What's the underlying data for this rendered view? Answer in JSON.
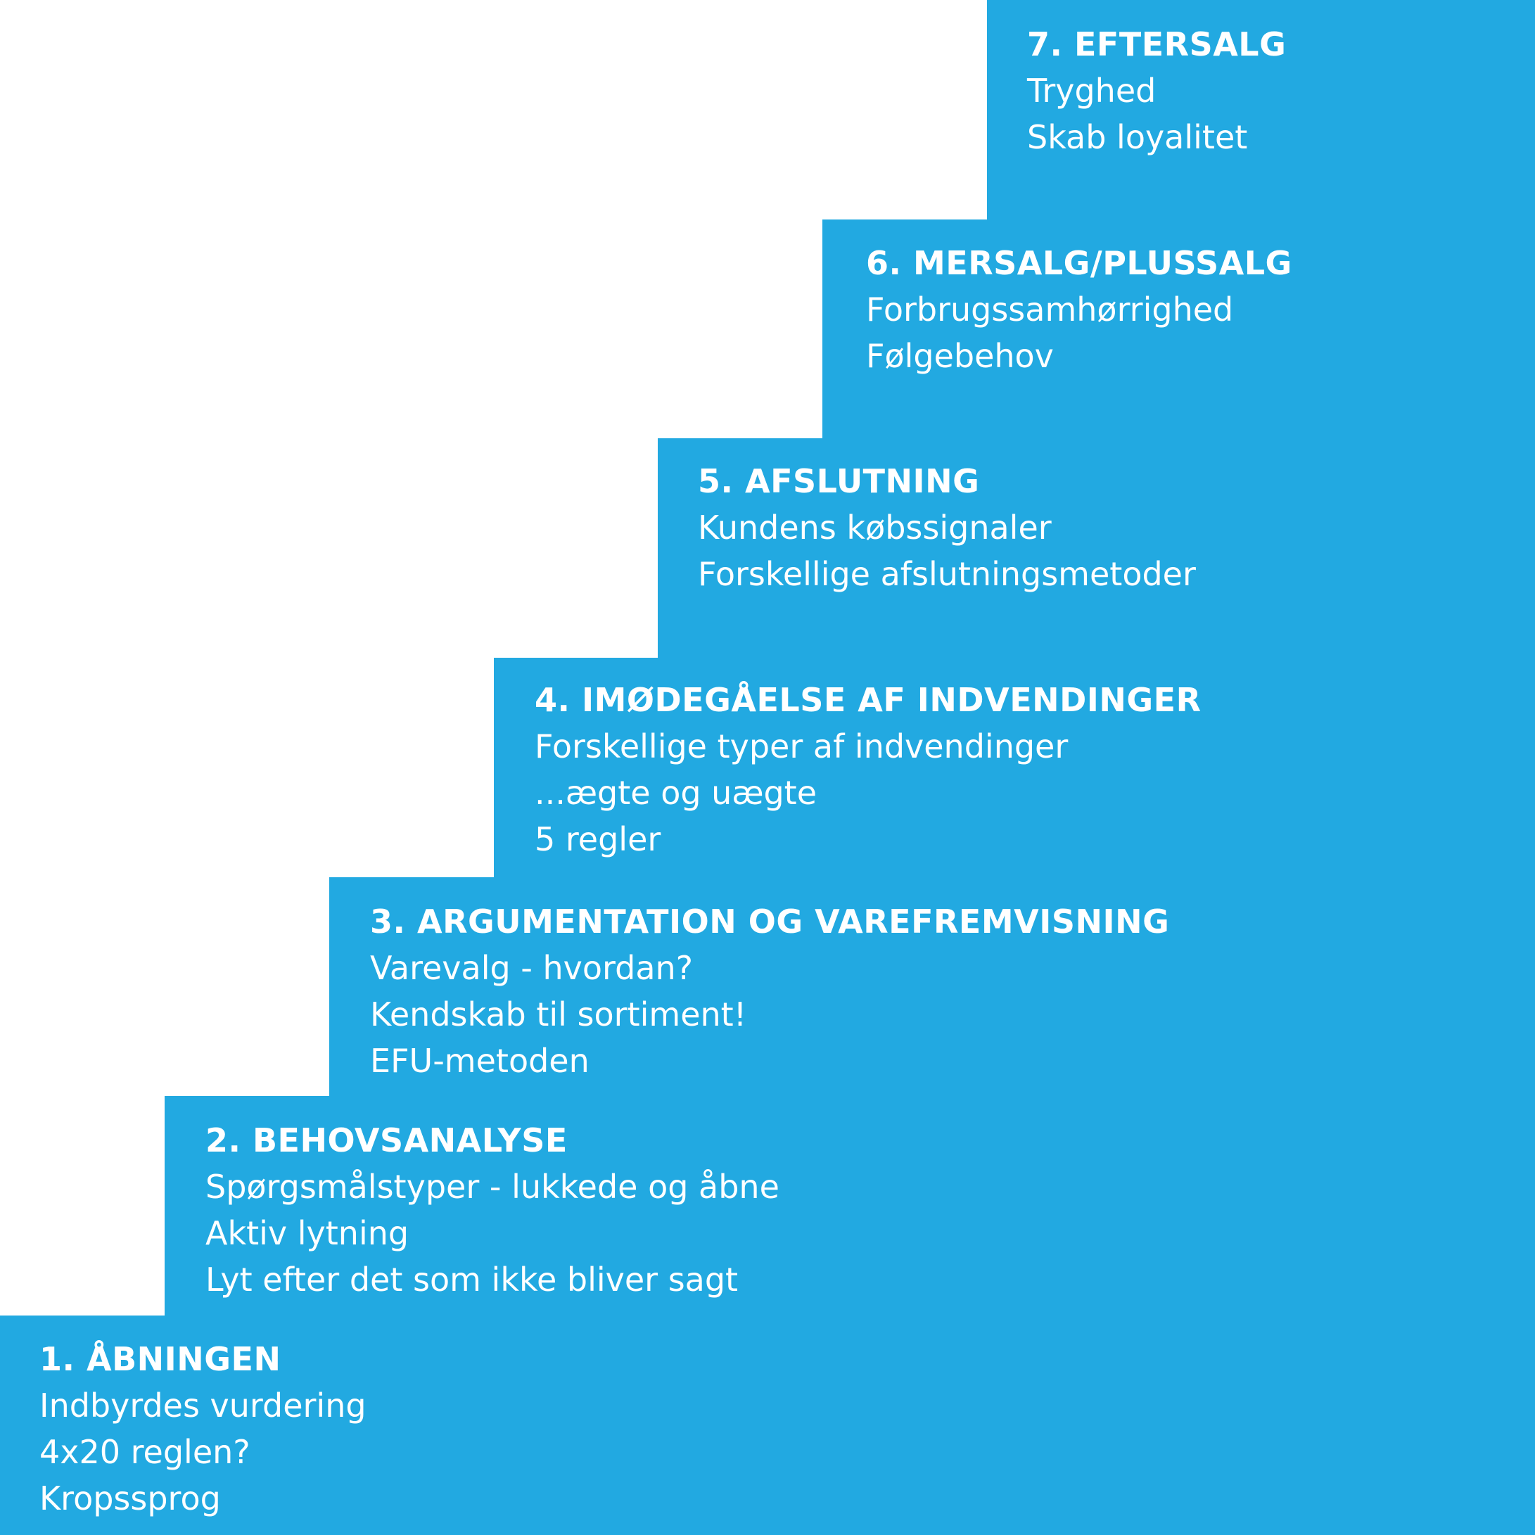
{
  "colors": {
    "step_fill": "#22a9e1",
    "text": "#ffffff",
    "background": "#ffffff"
  },
  "steps": [
    {
      "title": "1. ÅBNINGEN",
      "lines": [
        "Indbyrdes vurdering",
        "4x20 reglen?",
        "Kropssprog"
      ]
    },
    {
      "title": "2. BEHOVSANALYSE",
      "lines": [
        "Spørgsmålstyper - lukkede og åbne",
        "Aktiv lytning",
        "Lyt efter det som ikke bliver sagt"
      ]
    },
    {
      "title": "3. ARGUMENTATION OG VAREFREMVISNING",
      "lines": [
        "Varevalg - hvordan?",
        "Kendskab til sortiment!",
        "EFU-metoden"
      ]
    },
    {
      "title": "4. IMØDEGÅELSE AF INDVENDINGER",
      "lines": [
        "Forskellige typer af indvendinger",
        "...ægte og uægte",
        "5 regler"
      ]
    },
    {
      "title": "5. AFSLUTNING",
      "lines": [
        "Kundens købssignaler",
        "Forskellige afslutningsmetoder"
      ]
    },
    {
      "title": "6. MERSALG/PLUSSALG",
      "lines": [
        "Forbrugssamhørrighed",
        "Følgebehov"
      ]
    },
    {
      "title": "7. EFTERSALG",
      "lines": [
        "Tryghed",
        "Skab loyalitet"
      ]
    }
  ]
}
